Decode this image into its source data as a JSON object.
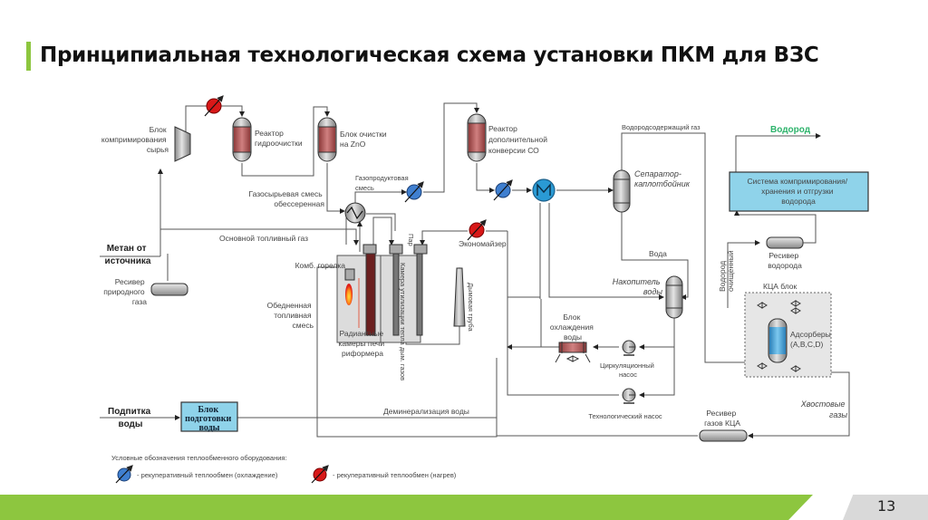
{
  "slide": {
    "title": "Принципиальная технологическая схема установки ПКМ для ВЗС",
    "page_number": "13",
    "accent_color": "#8dc63f"
  },
  "diagram": {
    "equipment": {
      "compressor": [
        "Блок",
        "компримирования",
        "сырья"
      ],
      "hydro_reactor": [
        "Реактор",
        "гидроочистки"
      ],
      "zno_block": [
        "Блок очистки",
        "на ZnO"
      ],
      "co_reactor": [
        "Реактор",
        "дополнительной",
        "конверсии СО"
      ],
      "separator": [
        "Сепаратор-",
        "каплотбойник"
      ],
      "h2_system": [
        "Система компримирования/",
        "хранения и отгрузки",
        "водорода"
      ],
      "h2_receiver": [
        "Ресивер",
        "водорода"
      ],
      "psa_block": "КЦА блок",
      "adsorbers": [
        "Адсорберы",
        "(A,B,C,D)"
      ],
      "ng_receiver": [
        "Ресивер",
        "природного",
        "газа"
      ],
      "burner": "Комб. горелка",
      "radiant_chambers": [
        "Радиантные",
        "камеры печи",
        "риформера"
      ],
      "heat_recovery_chamber": "Камера утилизации тепла дым. газов",
      "chimney": "Дымовая труба",
      "economizer": "Экономайзер",
      "water_accumulator": [
        "Накопитель",
        "воды"
      ],
      "water_cooling": [
        "Блок",
        "охлаждения",
        "воды"
      ],
      "circ_pump": [
        "Циркуляционный",
        "насос"
      ],
      "tech_pump": "Технологический насос",
      "psa_receiver": [
        "Ресивер",
        "газов КЦА"
      ],
      "water_prep": [
        "Блок",
        "подготовки",
        "воды"
      ]
    },
    "streams": {
      "methane_source": [
        "Метан от",
        "источника"
      ],
      "main_fuel_gas": "Основной топливный газ",
      "desulfurized_mix": [
        "Газосырьевая смесь",
        "обессеренная"
      ],
      "product_gas_mix": [
        "Газопродуктовая",
        "смесь"
      ],
      "steam": "Пар",
      "lean_fuel_mix": [
        "Обедненная",
        "топливная",
        "смесь"
      ],
      "h2_containing_gas": "Водородсодержащий газ",
      "hydrogen": "Водород",
      "water": "Вода",
      "purified_h2": [
        "Водород",
        "очищенный"
      ],
      "tail_gases": [
        "Хвостовые",
        "газы"
      ],
      "demineralization": "Деминерализация воды",
      "makeup_water": [
        "Подпитка",
        "воды"
      ]
    },
    "legend": {
      "title": "Условные обозначения теплообменного оборудования:",
      "cooling": "- рекуперативный теплообмен (охлаждение)",
      "heating": "- рекуперативный теплообмен (нагрев)",
      "cooling_color": "#3f7fd0",
      "heating_color": "#d81818"
    }
  }
}
